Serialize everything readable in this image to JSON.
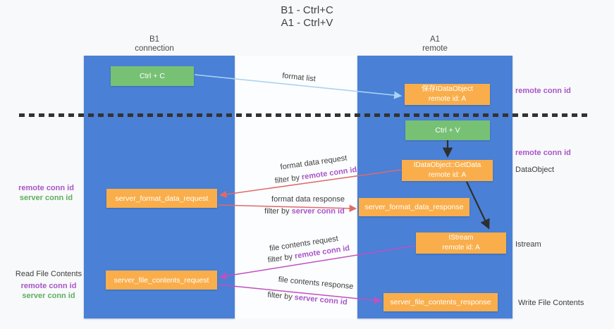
{
  "title": {
    "line1": "B1 - Ctrl+C",
    "line2": "A1 - Ctrl+V"
  },
  "columns": {
    "b1": {
      "name": "B1",
      "role": "connection"
    },
    "a1": {
      "name": "A1",
      "role": "remote"
    }
  },
  "boxes": {
    "ctrl_c": "Ctrl + C",
    "ctrl_v": "Ctrl + V",
    "save_idataobject": {
      "line1": "保存IDataObject",
      "line2": "remote id: A"
    },
    "getdata": {
      "line1": "IDataObject::GetData",
      "line2": "remote id: A"
    },
    "istream": {
      "line1": "IStream",
      "line2": "remote id: A"
    },
    "format_request": "server_format_data_request",
    "format_response": "server_format_data_response",
    "file_request": "server_file_contents_request",
    "file_response": "server_file_contents_response"
  },
  "arrows": {
    "format_list": {
      "label": "format list"
    },
    "format_request": {
      "label": "format data request",
      "filter_prefix": "filter by",
      "filter_id": "remote conn id"
    },
    "format_response": {
      "label": "format data response",
      "filter_prefix": "filter by",
      "filter_id": "server conn id"
    },
    "file_request": {
      "label": "file contents request",
      "filter_prefix": "filter by",
      "filter_id": "remote conn id"
    },
    "file_response": {
      "label": "file contents response",
      "filter_prefix": "filter by",
      "filter_id": "server conn id"
    }
  },
  "side_labels": {
    "remote_conn_id_right_top": "remote conn id",
    "remote_conn_id_right_mid": "remote conn id",
    "dataobject": "DataObject",
    "istream": "Istream",
    "write_file_contents": "Write File Contents",
    "read_file_contents": "Read File Contents",
    "left_mid": {
      "remote": "remote conn id",
      "server": "server conn id"
    },
    "left_bottom": {
      "remote": "remote conn id",
      "server": "server conn id"
    }
  },
  "colors": {
    "lifeline_blue": "#4a80d6",
    "action_green": "#77c175",
    "message_orange": "#f9ae4b",
    "arrow_red": "#e06a6a",
    "arrow_magenta": "#c050c0",
    "arrow_lightblue": "#a9d3f2",
    "arrow_black": "#2f2f2f",
    "id_purple": "#a855c8",
    "id_green": "#5fae5f"
  }
}
